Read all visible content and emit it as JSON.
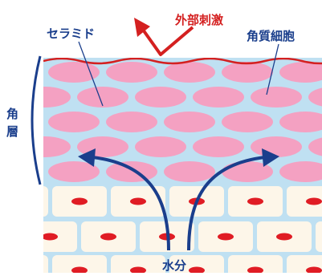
{
  "labels": {
    "ceramide": "セラミド",
    "external_stimulus": "外部刺激",
    "keratinocyte": "角質細胞",
    "stratum_corneum_char1": "角",
    "stratum_corneum_char2": "層",
    "water": "水分"
  },
  "colors": {
    "label_blue": "#1a3e8c",
    "label_red": "#d42020",
    "cell_pink": "#f4a1c2",
    "ceramide_blue": "#bfe0f2",
    "lower_cell": "#fdf6e9",
    "nucleus": "#e01c24",
    "surface_line": "#d42020",
    "arrow_blue": "#1a3e8c"
  },
  "icons": {
    "stimulus_arrow": "arrow-up-left",
    "water_arrows": "curved-arrows-up"
  }
}
